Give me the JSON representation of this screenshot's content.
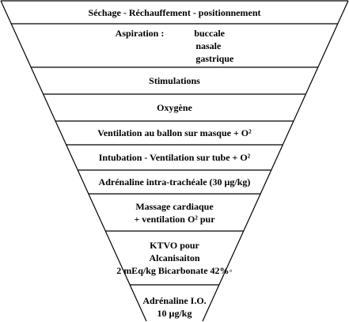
{
  "steps": [
    {
      "id": "sechage",
      "lines": [
        "Séchage - Réchauffement - positionnement"
      ]
    },
    {
      "id": "aspiration",
      "title": "Aspiration :",
      "items": [
        "buccale",
        "nasale",
        "gastrique"
      ]
    },
    {
      "id": "stimulations",
      "lines": [
        "Stimulations"
      ]
    },
    {
      "id": "oxygene",
      "lines": [
        "Oxygène"
      ]
    },
    {
      "id": "ventilation-ballon",
      "lines": [
        "Ventilation au ballon sur masque + O²"
      ]
    },
    {
      "id": "intubation",
      "lines": [
        "Intubation - Ventilation sur tube + O²"
      ]
    },
    {
      "id": "adrenaline-it",
      "lines": [
        "Adrénaline intra-trachéale (30 µg/kg)"
      ]
    },
    {
      "id": "massage",
      "lines": [
        "Massage cardiaque",
        "+ ventilation O² pur"
      ]
    },
    {
      "id": "ktvo",
      "lines": [
        "KTVO pour",
        "Alcanisaiton",
        "2 mEq/kg Bicarbonate 42%◦"
      ]
    },
    {
      "id": "adrenaline-io",
      "lines": [
        "Adrénaline I.O.",
        "10 µg/kg"
      ]
    }
  ]
}
